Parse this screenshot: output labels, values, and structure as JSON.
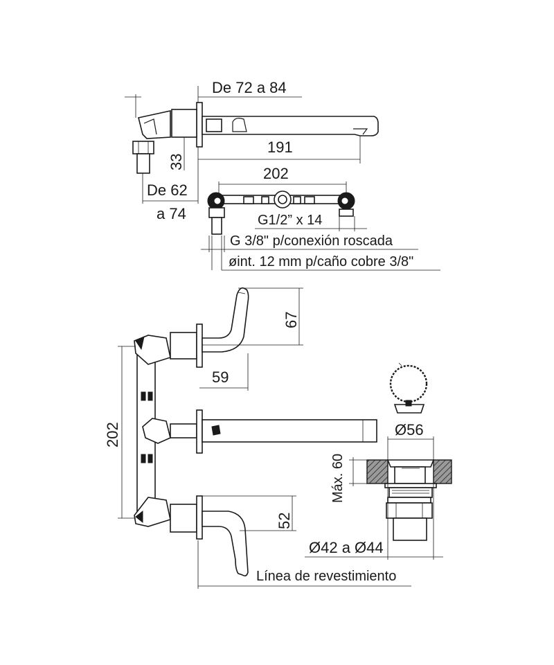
{
  "dimensions": {
    "wall_depth": "De 72 a 84",
    "spout_length": "191",
    "side_height": "33",
    "depth_range_line1": "De 62",
    "depth_range_line2": "a 74",
    "handle_spacing": "202",
    "thread_spec": "G1/2” x 14",
    "connection_spec": "G 3/8\" p/conexión roscada",
    "copper_pipe_spec": "øint. 12 mm p/caño cobre 3/8\"",
    "handle_height": "67",
    "handle_projection": "59",
    "vertical_spacing": "202",
    "lower_handle_height": "52",
    "finish_line": "Línea de revestimiento",
    "drain_diameter": "Ø56",
    "drain_max_depth": "Máx. 60",
    "drain_hole": "Ø42 a Ø44"
  },
  "colors": {
    "line": "#1a1a1a",
    "background": "#ffffff",
    "hatch_fill": "#9a9a9a"
  }
}
